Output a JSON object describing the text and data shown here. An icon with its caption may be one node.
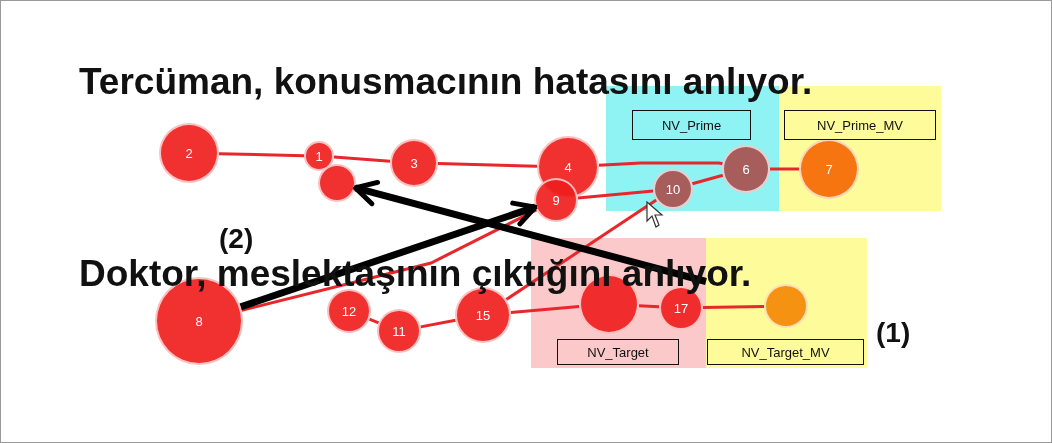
{
  "diagram": {
    "nodes": [
      {
        "text": [
          "NV_Prime"
        ]
      },
      {
        "text": [
          "NV_Prime_MV"
        ]
      },
      {
        "text": [
          "2"
        ]
      },
      {
        "text": [
          "1"
        ]
      },
      {
        "text": [],
        "shape": "circle"
      },
      {
        "text": [
          "3"
        ]
      },
      {
        "text": [
          "4"
        ]
      },
      {
        "text": [
          "9"
        ]
      },
      {
        "text": [
          "10"
        ],
        "in": 0
      },
      {
        "text": [
          "6"
        ],
        "in": 0
      },
      {
        "text": [
          "7"
        ],
        "in": 1
      },
      {
        "text": [
          "NV_Target"
        ]
      },
      {
        "text": [
          "NV_Target_MV"
        ]
      },
      {
        "text": [
          "8"
        ]
      },
      {
        "text": [
          "12"
        ]
      },
      {
        "text": [
          "11"
        ]
      },
      {
        "text": [
          "15"
        ]
      },
      {
        "text": [],
        "shape": "circle",
        "in": 11
      },
      {
        "text": [
          "17"
        ],
        "in": 11
      },
      {
        "text": [],
        "shape": "circle",
        "in": 12
      }
    ],
    "edges": [
      {
        "from": 2,
        "to": 3,
        "arrow": "none"
      },
      {
        "from": 3,
        "to": 5,
        "arrow": "none"
      },
      {
        "from": 5,
        "to": 6,
        "arrow": "none"
      },
      {
        "from": 6,
        "to": 9,
        "arrow": "none"
      },
      {
        "from": 9,
        "to": 10,
        "arrow": "none"
      },
      {
        "from": 7,
        "to": 8,
        "arrow": "none"
      },
      {
        "from": 8,
        "to": 9,
        "arrow": "none"
      },
      {
        "from": 13,
        "to": 7,
        "arrow": "none"
      },
      {
        "from": 16,
        "to": 8,
        "arrow": "none"
      },
      {
        "from": 14,
        "to": 15,
        "arrow": "none"
      },
      {
        "from": 15,
        "to": 16,
        "arrow": "none"
      },
      {
        "from": 16,
        "to": 17,
        "arrow": "none"
      },
      {
        "from": 17,
        "to": 18,
        "arrow": "none"
      },
      {
        "from": 18,
        "to": 19,
        "arrow": "none"
      },
      {
        "from": 12,
        "to": 4,
        "arrow": "to",
        "style": "thick",
        "color": "#000000"
      },
      {
        "from": 13,
        "to": 7,
        "arrow": "to",
        "style": "thick",
        "color": "#000000"
      }
    ],
    "labels": [
      "Tercüman, konusmacının hatasını anlıyor.",
      "(2)",
      "Doktor, meslektaşının çıktığını anlıyor.",
      "(1)"
    ]
  }
}
